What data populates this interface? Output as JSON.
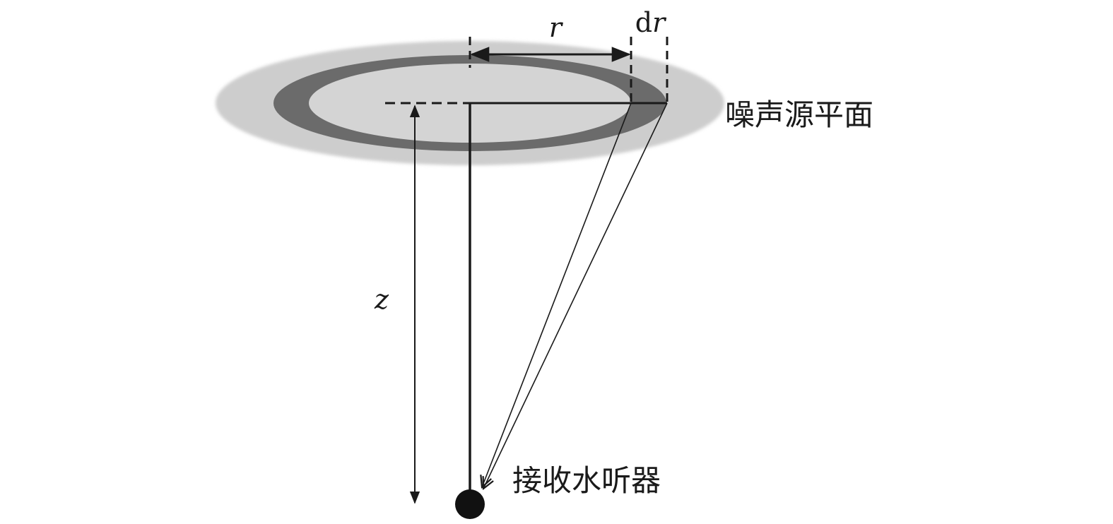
{
  "labels": {
    "radius": "r",
    "ring_width_d": "d",
    "ring_width_r": "r",
    "depth": "z",
    "noise_plane": "噪声源平面",
    "hydrophone": "接收水听器"
  },
  "colors": {
    "outer_disk": "#cdcdcd",
    "ring": "#6b6b6b",
    "inner_disk": "#d4d4d4",
    "lines": "#1a1a1a",
    "hydrophone": "#111111"
  }
}
